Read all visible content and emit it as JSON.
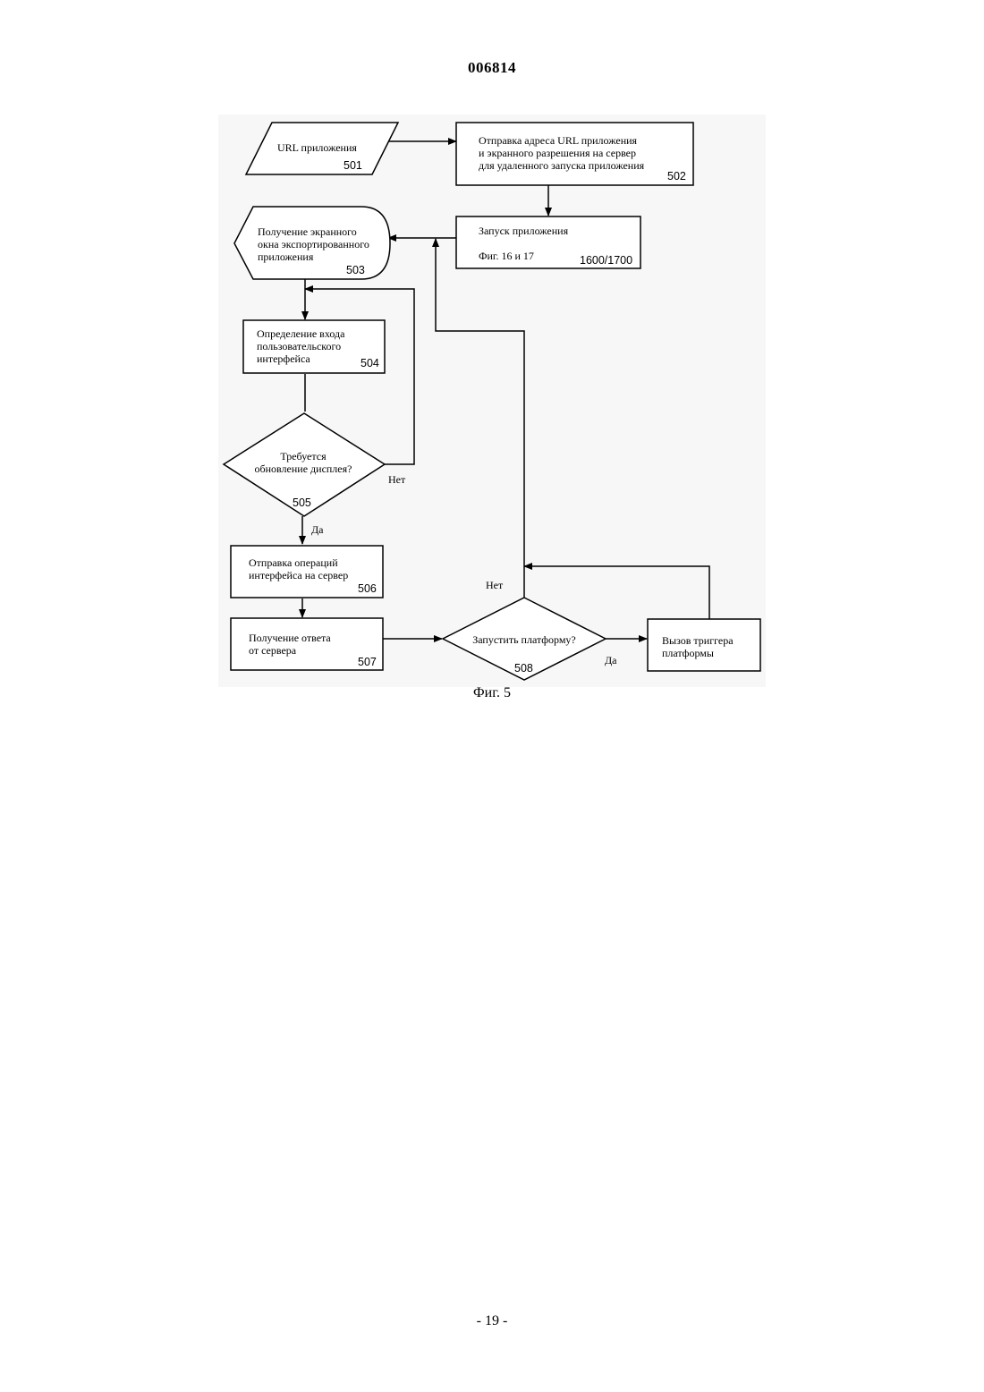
{
  "header": {
    "doc_number": "006814"
  },
  "nodes": {
    "n501": {
      "lines": [
        "URL приложения"
      ],
      "num": "501"
    },
    "n502": {
      "lines": [
        "Отправка адреса URL приложения",
        "и экранного разрешения на сервер",
        "для удаленного запуска приложения"
      ],
      "num": "502"
    },
    "n503": {
      "lines": [
        "Получение экранного",
        "окна экспортированного",
        "приложения"
      ],
      "num": "503"
    },
    "n1600": {
      "lines": [
        "Запуск приложения"
      ],
      "ref": "Фиг. 16 и 17",
      "num": "1600/1700"
    },
    "n504": {
      "lines": [
        "Определение входа",
        "пользовательского",
        "интерфейса"
      ],
      "num": "504"
    },
    "n505": {
      "lines": [
        "Требуется",
        "обновление дисплея?"
      ],
      "num": "505"
    },
    "n506": {
      "lines": [
        "Отправка операций",
        "интерфейса на сервер"
      ],
      "num": "506"
    },
    "n507": {
      "lines": [
        "Получение ответа",
        "от сервера"
      ],
      "num": "507"
    },
    "n508": {
      "lines": [
        "Запустить платформу?"
      ],
      "num": "508"
    },
    "ntrigger": {
      "lines": [
        "Вызов триггера",
        "платформы"
      ]
    }
  },
  "edge_labels": {
    "no_505": "Нет",
    "yes_505": "Да",
    "no_508": "Нет",
    "yes_508": "Да"
  },
  "caption": "Фиг. 5",
  "footer": {
    "page_number": "- 19 -"
  }
}
